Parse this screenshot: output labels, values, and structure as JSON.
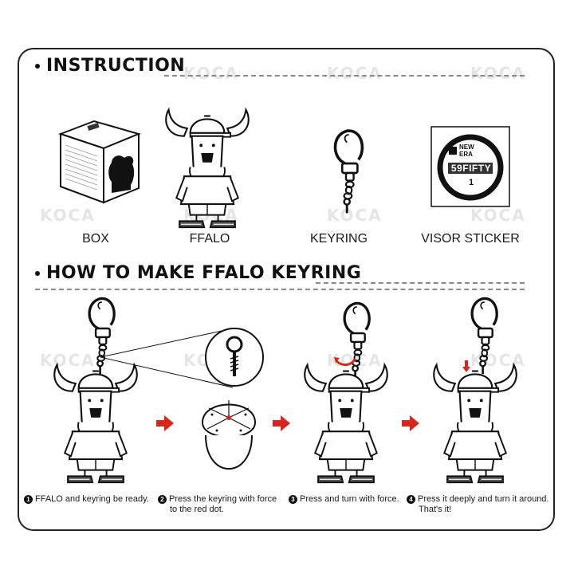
{
  "headings": {
    "instruction": "INSTRUCTION",
    "how_to": "HOW TO MAKE FFALO KEYRING"
  },
  "items": [
    {
      "label": "BOX"
    },
    {
      "label": "FFALO"
    },
    {
      "label": "KEYRING"
    },
    {
      "label": "VISOR STICKER"
    }
  ],
  "sticker": {
    "brand_top": "NEW",
    "brand_bottom": "ERA",
    "size": "59FIFTY",
    "number": "1"
  },
  "steps": [
    {
      "number": "1",
      "line1": "FFALO and keyring be ready.",
      "line2": ""
    },
    {
      "number": "2",
      "line1": "Press the keyring with force",
      "line2": "to the red dot."
    },
    {
      "number": "3",
      "line1": "Press and turn with force.",
      "line2": ""
    },
    {
      "number": "4",
      "line1": "Press it deeply and turn it around.",
      "line2": "That's it!"
    }
  ],
  "watermark": "KOCA",
  "colors": {
    "accent": "#d9261c",
    "ink": "#1a1a1a",
    "dash": "#8a8a8a"
  }
}
